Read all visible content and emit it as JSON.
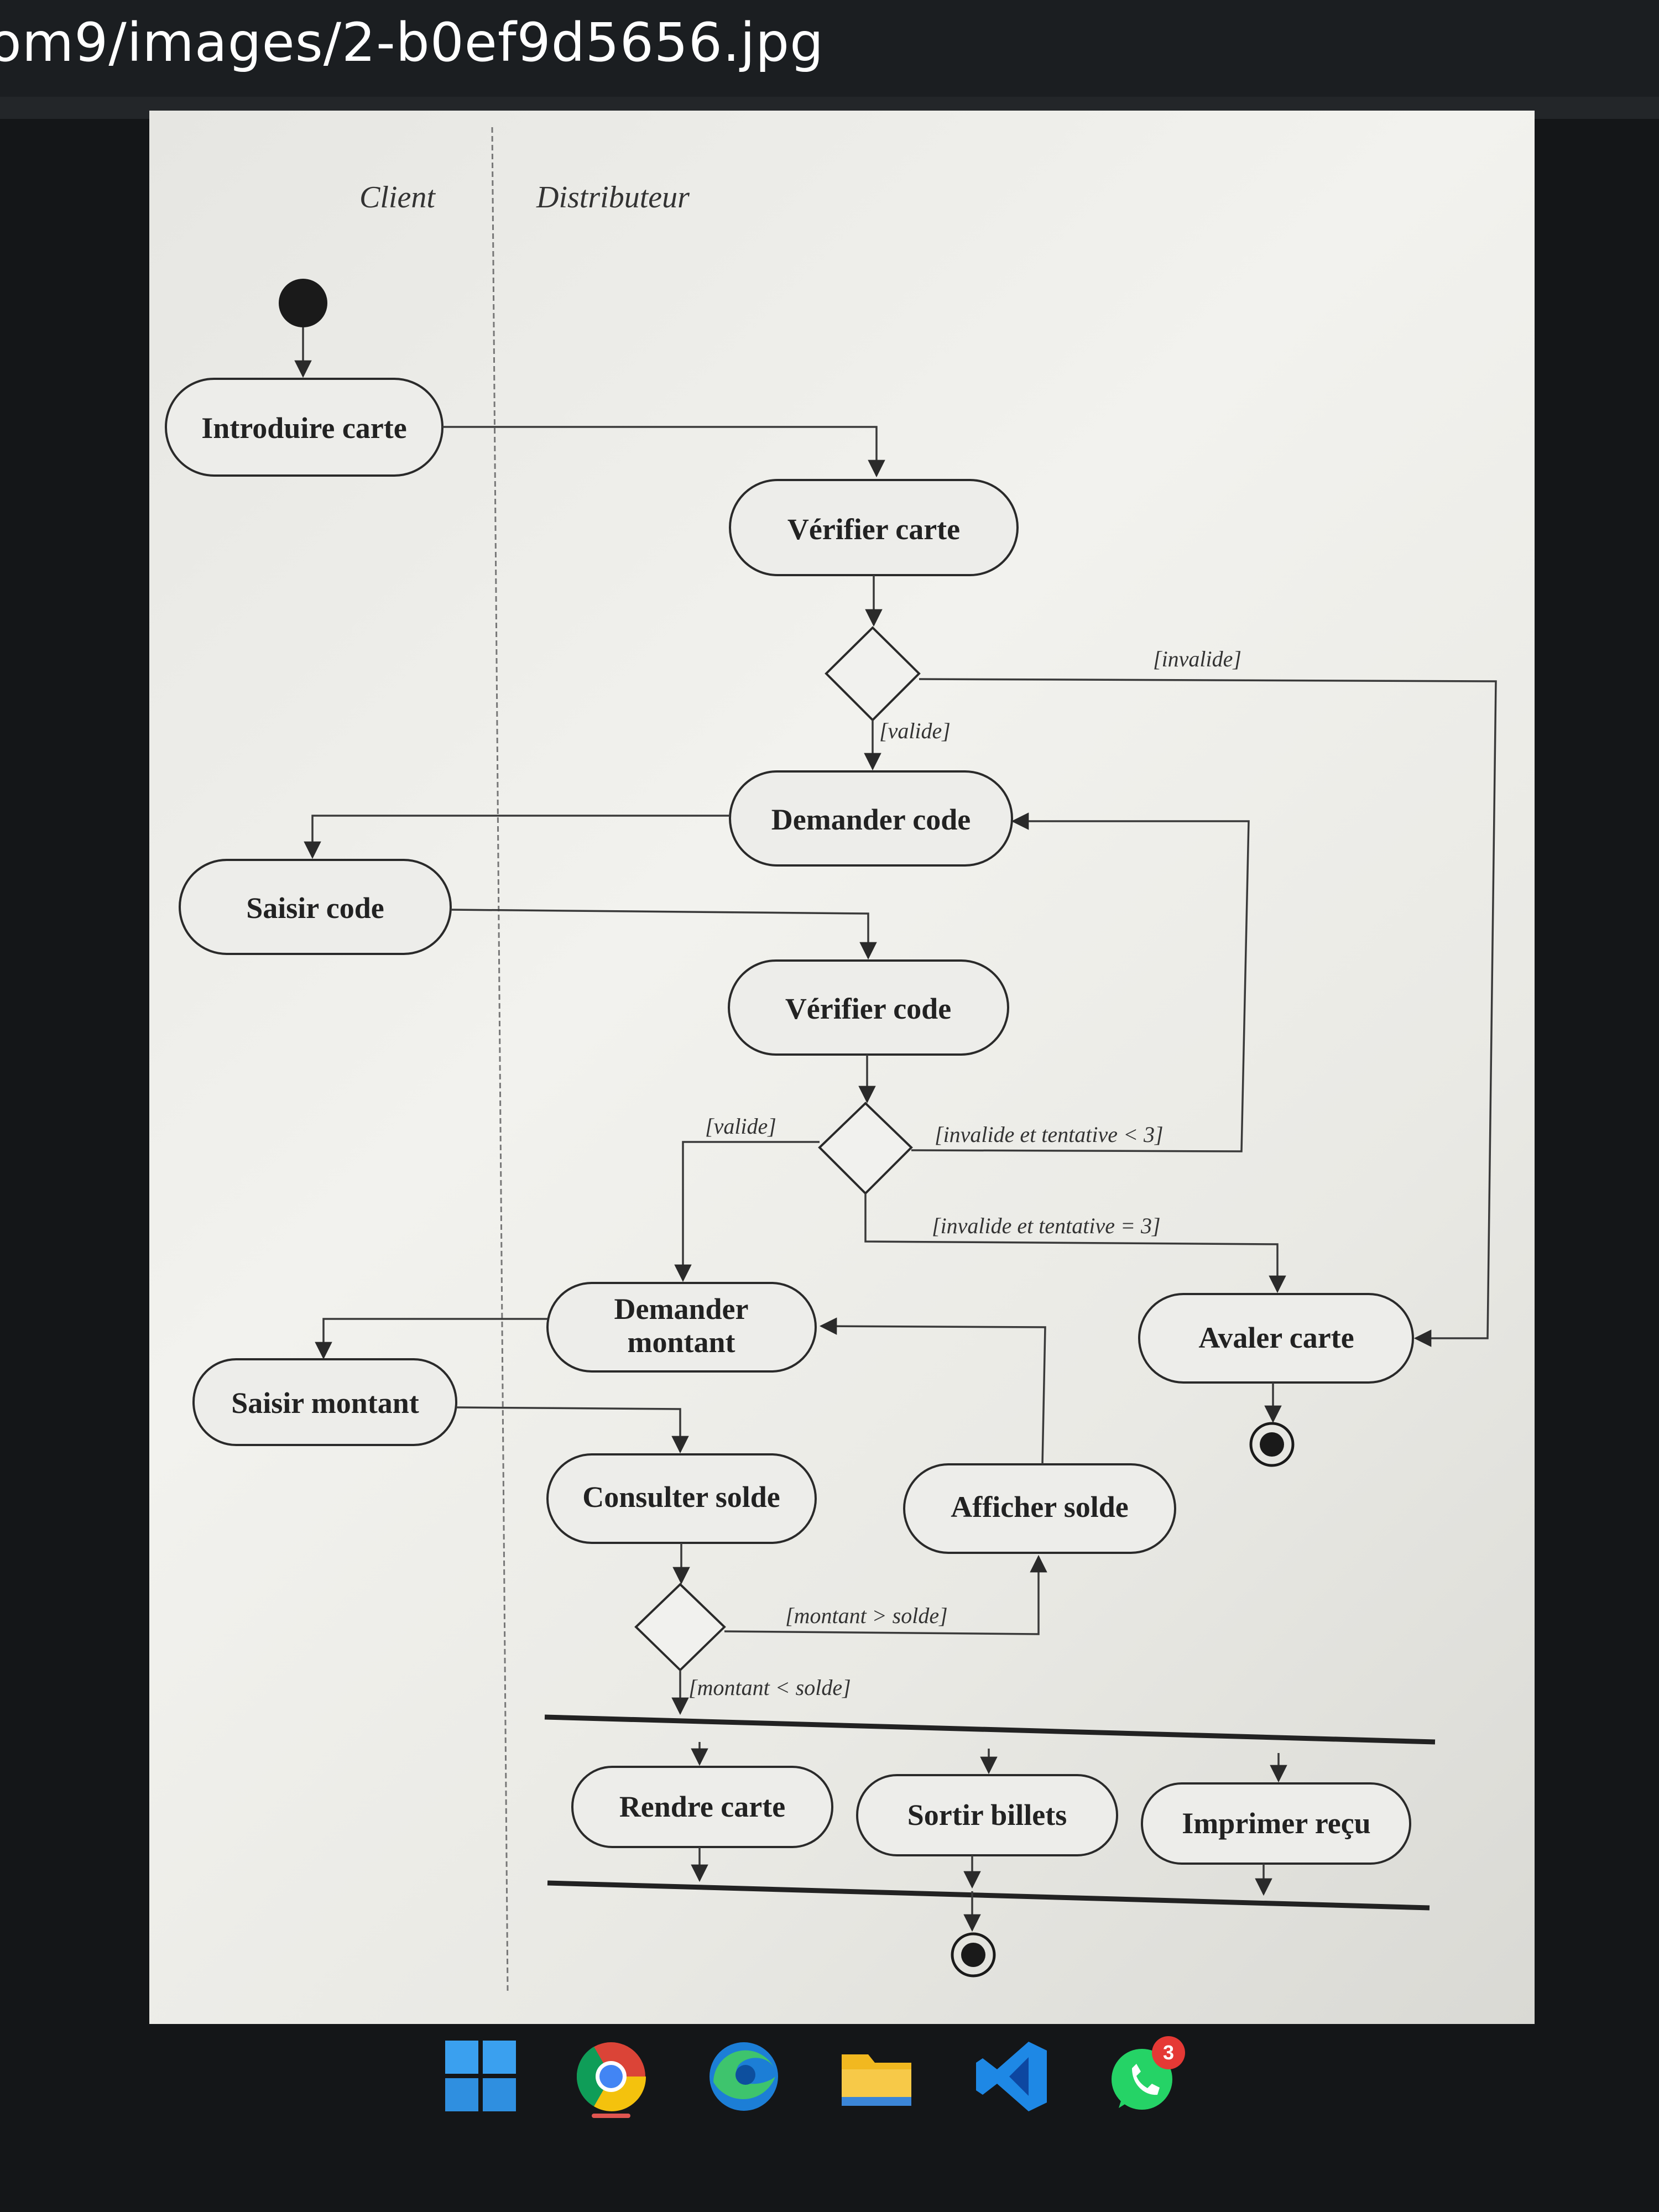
{
  "window": {
    "path_text": "om9/images/2-b0ef9d5656.jpg"
  },
  "diagram": {
    "lanes": [
      "Client",
      "Distributeur"
    ],
    "activities": {
      "introduire_carte": "Introduire carte",
      "verifier_carte": "Vérifier carte",
      "demander_code": "Demander code",
      "saisir_code": "Saisir code",
      "verifier_code": "Vérifier code",
      "demander_montant_1": "Demander",
      "demander_montant_2": "montant",
      "saisir_montant": "Saisir montant",
      "avaler_carte": "Avaler carte",
      "consulter_solde": "Consulter solde",
      "afficher_solde": "Afficher solde",
      "rendre_carte": "Rendre carte",
      "sortir_billets": "Sortir billets",
      "imprimer_recu": "Imprimer reçu"
    },
    "guards": {
      "carte_invalide": "[invalide]",
      "carte_valide": "[valide]",
      "code_valide": "[valide]",
      "code_invalide_lt3": "[invalide et tentative < 3]",
      "code_invalide_eq3": "[invalide et tentative = 3]",
      "montant_gt_solde": "[montant > solde]",
      "montant_lt_solde": "[montant < solde]"
    }
  },
  "taskbar": {
    "icons": [
      "windows-start-icon",
      "chrome-icon",
      "edge-icon",
      "file-explorer-icon",
      "vscode-icon",
      "whatsapp-icon"
    ],
    "whatsapp_badge": "3"
  }
}
